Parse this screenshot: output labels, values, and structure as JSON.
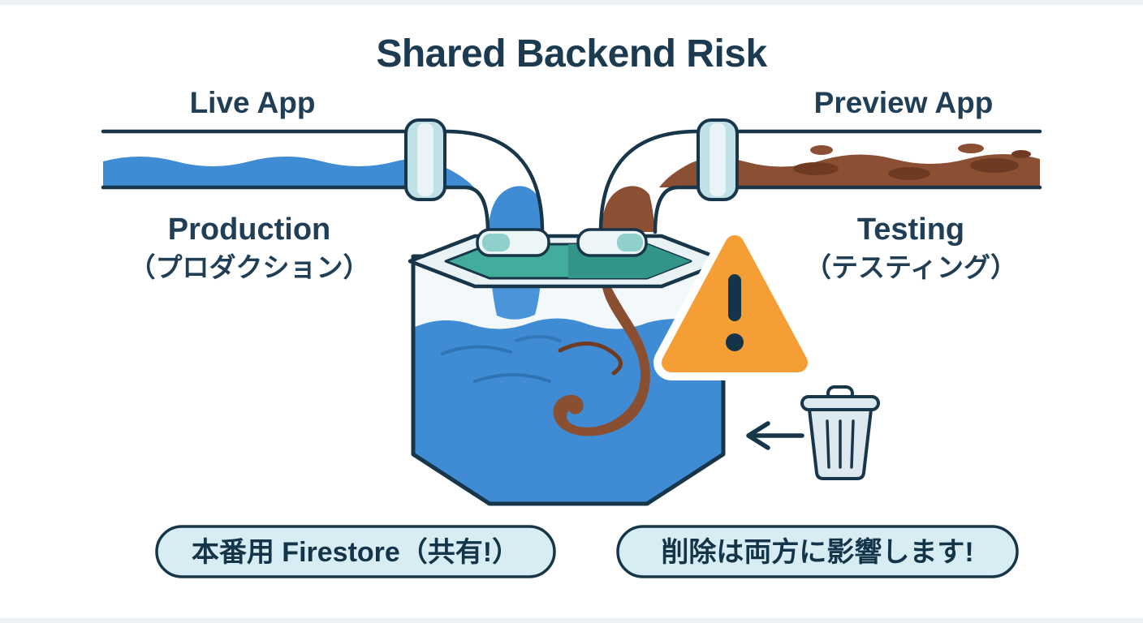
{
  "title": "Shared Backend Risk",
  "labels": {
    "live_app": "Live App",
    "preview_app": "Preview App",
    "production_en": "Production",
    "production_ja": "（プロダクション）",
    "testing_en": "Testing",
    "testing_ja": "（テスティング）"
  },
  "captions": {
    "database": "本番用 Firestore（共有!）",
    "warning": "削除は両方に影響します!"
  },
  "icons": {
    "warning": "warning-triangle-icon",
    "trash": "trash-can-icon",
    "arrow": "arrow-left-icon"
  },
  "colors": {
    "ink": "#1c3a50",
    "clean_water": "#3f8cd5",
    "dirty_water": "#8b5034",
    "tank_rim_teal": "#43ad9d",
    "warning_orange": "#f59e35",
    "caption_bg": "#d8ecf3"
  }
}
